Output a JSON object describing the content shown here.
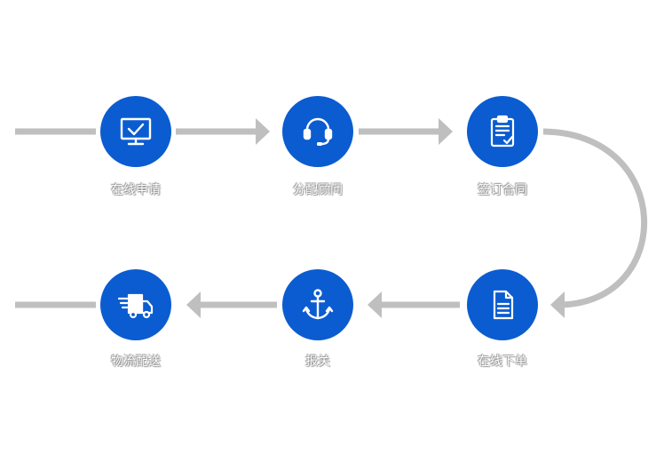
{
  "steps": [
    {
      "label": "在线申请",
      "icon": "monitor-check-icon"
    },
    {
      "label": "分配顾问",
      "icon": "headset-icon"
    },
    {
      "label": "签订合同",
      "icon": "clipboard-check-icon"
    },
    {
      "label": "在线下单",
      "icon": "document-icon"
    },
    {
      "label": "报关",
      "icon": "anchor-icon"
    },
    {
      "label": "物流配送",
      "icon": "delivery-truck-icon"
    }
  ],
  "colors": {
    "node": "#0b5cd0",
    "connector": "#bfbfbf",
    "label": "#ffffff"
  }
}
